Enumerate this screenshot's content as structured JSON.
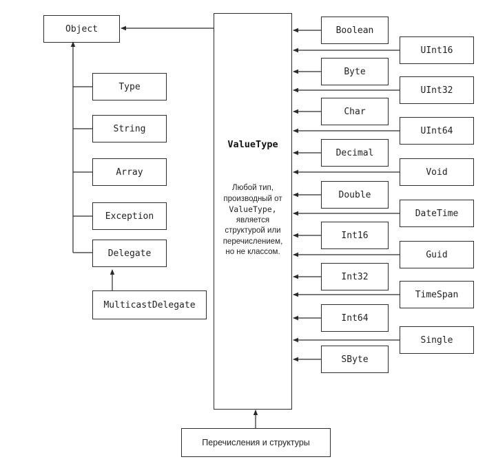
{
  "object_label": "Object",
  "left_types": [
    "Type",
    "String",
    "Array",
    "Exception",
    "Delegate"
  ],
  "multicast_label": "MulticastDelegate",
  "valuetype": {
    "title": "ValueType",
    "desc_line1": "Любой тип,",
    "desc_line2": "производный от",
    "desc_line3_code": "ValueType,",
    "desc_line4": "является",
    "desc_line5": "структурой или",
    "desc_line6": "перечислением,",
    "desc_line7": "но не классом."
  },
  "inner_column": [
    "Boolean",
    "Byte",
    "Char",
    "Decimal",
    "Double",
    "Int16",
    "Int32",
    "Int64",
    "SByte"
  ],
  "outer_column": [
    "UInt16",
    "UInt32",
    "UInt64",
    "Void",
    "DateTime",
    "Guid",
    "TimeSpan",
    "Single"
  ],
  "footer_label": "Перечисления и структуры"
}
